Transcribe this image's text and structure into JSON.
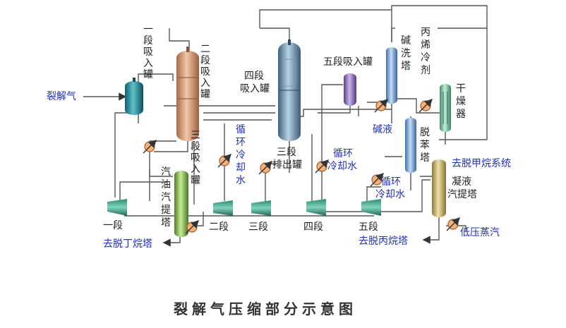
{
  "caption": "裂解气压缩部分示意图",
  "labels": {
    "feed": "裂解气",
    "stage1_drum": [
      "一",
      "段",
      "吸",
      "入",
      "罐"
    ],
    "stage2_drum": [
      "二",
      "段",
      "吸",
      "入",
      "罐"
    ],
    "stage3_drum": [
      "三",
      "段",
      "吸",
      "入",
      "罐"
    ],
    "stage4_drum": [
      "四段",
      "吸入罐"
    ],
    "stage5_drum": "五段吸入罐",
    "stage3_discharge": [
      "三段",
      "排出罐"
    ],
    "caustic_tower": [
      "碱",
      "洗",
      "塔"
    ],
    "propylene_refrigerant": [
      "丙",
      "烯",
      "冷",
      "剂"
    ],
    "dryer": [
      "干",
      "燥",
      "器"
    ],
    "caustic_liquid": "碱液",
    "debenzene_tower": [
      "脱",
      "苯",
      "塔"
    ],
    "to_demethanizer": "去脱甲烷系统",
    "cooling_water_1": [
      "循",
      "环",
      "冷",
      "却",
      "水"
    ],
    "cooling_water_2": [
      "循环",
      "冷却水"
    ],
    "cooling_water_3": [
      "循环",
      "冷却水"
    ],
    "gasoline_stripper": [
      "汽",
      "油",
      "汽",
      "提",
      "塔"
    ],
    "condensate_stripper": [
      "凝液",
      "汽提塔"
    ],
    "to_debutanizer": "去脱丁烷塔",
    "to_depropanizer": "去脱丙烷塔",
    "low_pressure_steam": "低压蒸汽",
    "compressor_1": "一段",
    "compressor_2": "二段",
    "compressor_3": "三段",
    "compressor_4": "四段",
    "compressor_5": "五段"
  }
}
